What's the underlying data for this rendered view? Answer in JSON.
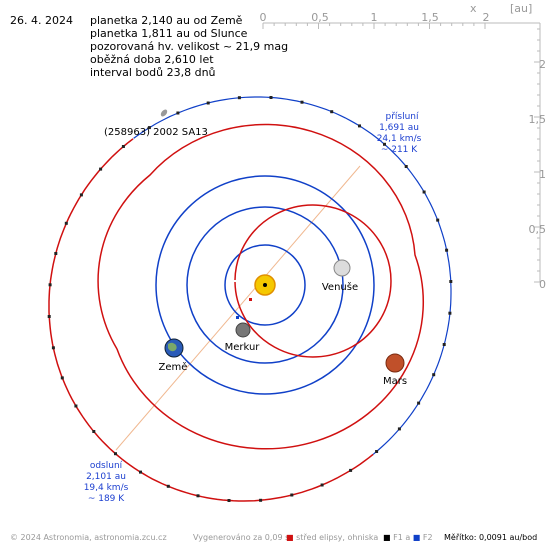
{
  "header": {
    "date": "26. 4. 2024",
    "lines": [
      "planetka 2,140 au od Země",
      "planetka 1,811 au od Slunce",
      "pozorovaná hv. velikost ~ 21,9 mag",
      "oběžná doba 2,610 let",
      "interval bodů 23,8 dnů"
    ]
  },
  "axes": {
    "x_label": "x",
    "unit_label": "[au]",
    "x_ticks": [
      "0",
      "0,5",
      "1",
      "1,5",
      "2"
    ],
    "y_ticks": [
      "2",
      "1,5",
      "1",
      "0,5",
      "0"
    ]
  },
  "objects": {
    "asteroid": "(258963) 2002 SA13",
    "venus": "Venuše",
    "mercury": "Merkur",
    "earth": "Země",
    "mars": "Mars"
  },
  "perihelion": {
    "title": "přísluní",
    "distance": "1,691 au",
    "speed": "24,1 km/s",
    "temp": "~ 211 K"
  },
  "aphelion": {
    "title": "odsluní",
    "distance": "2,101 au",
    "speed": "19,4 km/s",
    "temp": "~ 189 K"
  },
  "footer": {
    "copyright": "© 2024 Astronomia, astronomia.zcu.cz",
    "generated": "Vygenerováno za 0,09 s",
    "legend_center": "střed elipsy, ohniska",
    "legend_f1": "F1 a",
    "legend_f2": "F2",
    "scale_label": "Měřítko: 0,0091 au/bod"
  },
  "colors": {
    "red_orbit": "#d01010",
    "blue_orbit": "#1040c8",
    "axis": "#bbbbbb",
    "line_of_apsides": "#f0b890"
  }
}
